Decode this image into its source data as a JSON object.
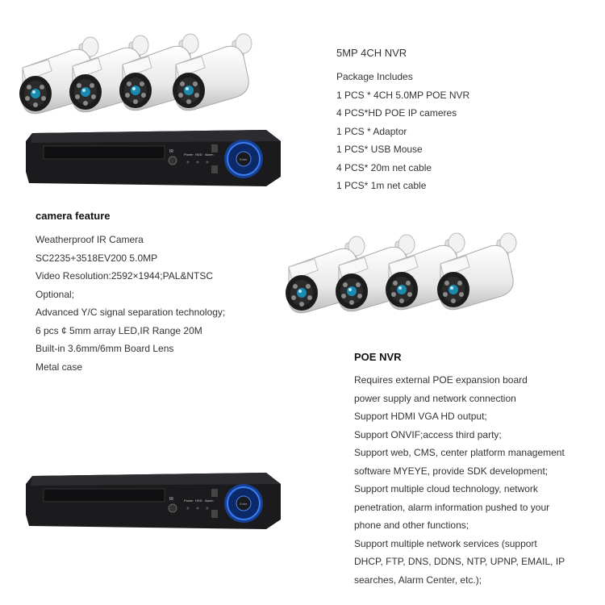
{
  "product_title": "5MP 4CH NVR",
  "package": {
    "heading": "Package Includes",
    "items": [
      "1 PCS * 4CH 5.0MP POE NVR",
      "4 PCS*HD POE IP cameres",
      "1 PCS * Adaptor",
      "1 PCS* USB Mouse",
      "4 PCS* 20m net cable",
      "1 PCS* 1m net cable"
    ]
  },
  "camera_feature": {
    "heading": "camera feature",
    "lines": [
      "Weatherproof IR Camera",
      "SC2235+3518EV200  5.0MP",
      "Video Resolution:2592×1944;PAL&NTSC",
      "Optional;",
      "Advanced Y/C signal separation technology;",
      "6 pcs  ¢ 5mm array LED,IR Range 20M",
      "Built-in 3.6mm/6mm Board Lens",
      "Metal case"
    ]
  },
  "poe_nvr": {
    "heading": "POE NVR",
    "lines": [
      "Requires external POE expansion board",
      "power supply and network connection",
      "Support HDMI VGA HD output;",
      "Support ONVIF;access third party;",
      "Support web, CMS, center platform management",
      "software MYEYE, provide SDK development;",
      "Support multiple cloud technology, network",
      "penetration, alarm information pushed to your",
      "phone and other functions;",
      "Support multiple network services (support",
      "DHCP, FTP, DNS, DDNS, NTP, UPNP, EMAIL, IP",
      "searches, Alarm Center, etc.);"
    ]
  },
  "nvr_panel": {
    "ir_label": "IR",
    "power_label": "Power",
    "hdd_label": "HDD",
    "alarm_label": "Alarm",
    "enter_label": "Enter"
  }
}
